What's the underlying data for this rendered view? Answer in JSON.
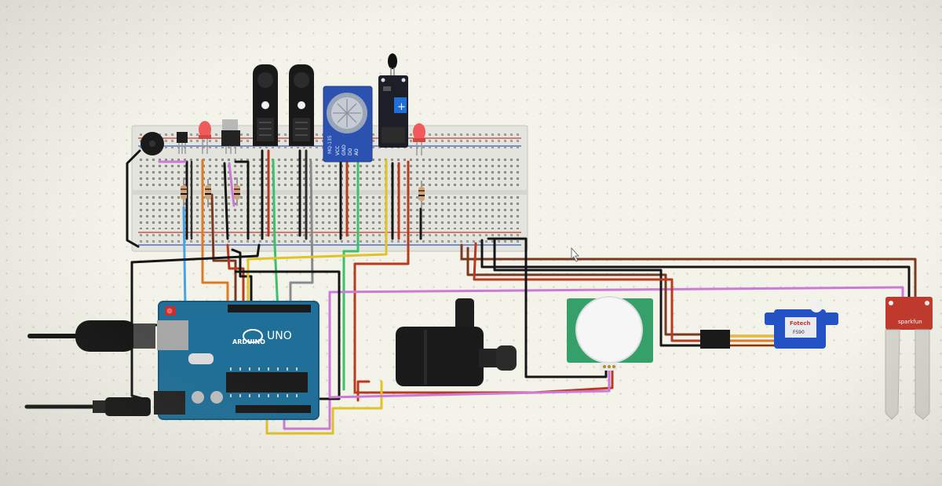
{
  "canvas": {
    "background": "#f3f3ea"
  },
  "arduino": {
    "logo_text": "ARDUINO",
    "model_text": "UNO"
  },
  "servo": {
    "brand_text": "Fotech",
    "model_text": "FS90"
  },
  "moisture_sensor": {
    "brand_text": "sparkfun"
  },
  "gas_sensor": {
    "model_text": "MQ-135",
    "pins": [
      "VCC",
      "GND",
      "DO",
      "AO"
    ]
  },
  "pot_knob": {
    "symbol": "+"
  },
  "icons": {
    "cursor": "pointer-cursor-icon"
  },
  "colors": {
    "breadboard": "#e6e6e0",
    "arduino": "#1f6f98",
    "gas_sensor": "#2b52b0",
    "servo": "#2352c4",
    "moisture": "#c0392b",
    "wire_black": "#151515",
    "wire_red": "#b83a1f",
    "wire_green": "#3cc06a",
    "wire_blue": "#4aa3e0",
    "wire_yellow": "#e0c22a",
    "wire_pink": "#cc7ad6",
    "wire_orange": "#e07a22",
    "wire_brown": "#7a3a22"
  }
}
